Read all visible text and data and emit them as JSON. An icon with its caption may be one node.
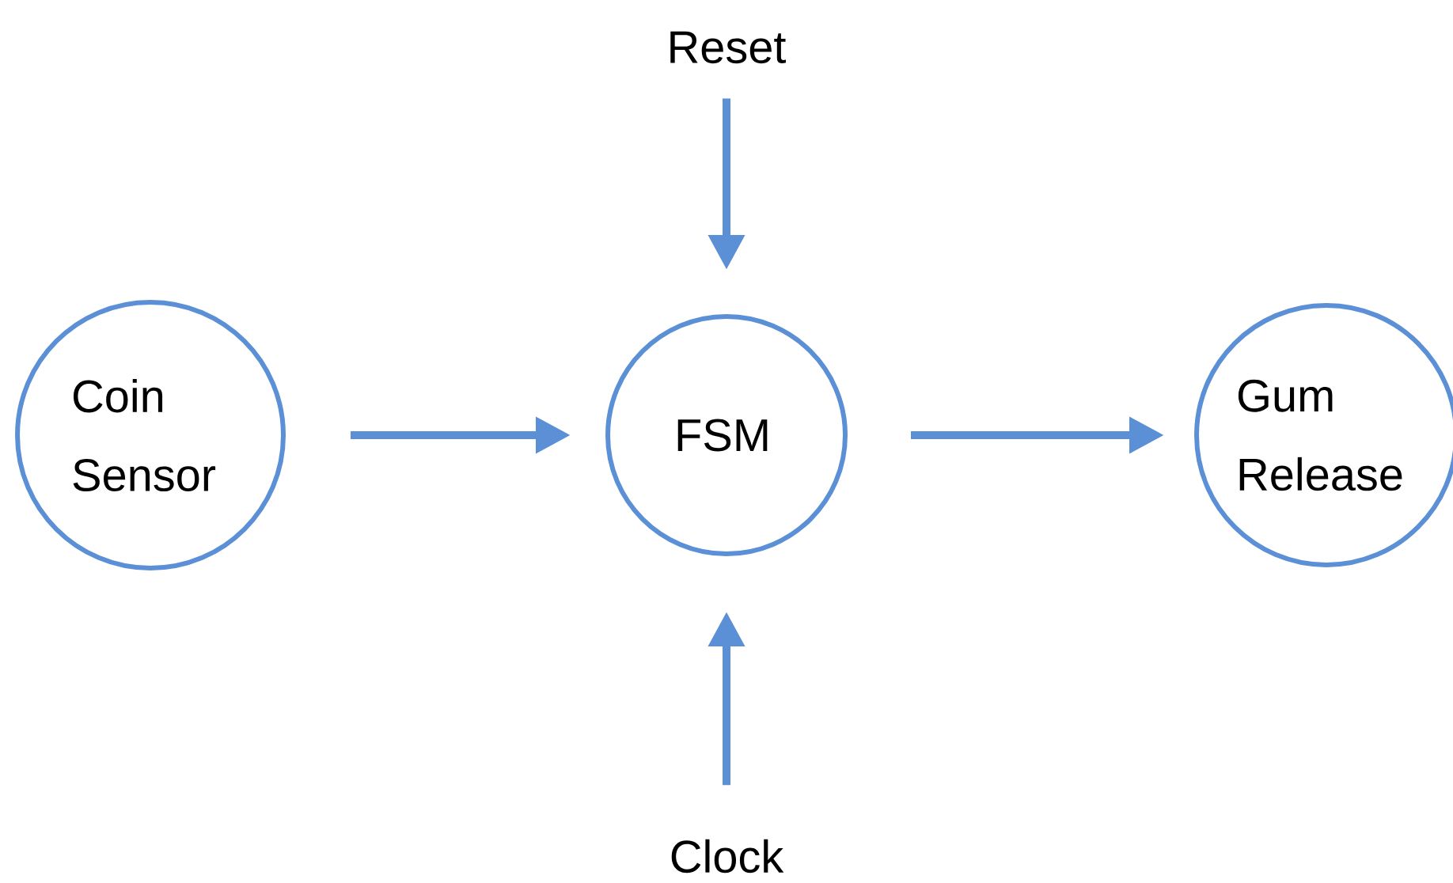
{
  "diagram": {
    "nodes": [
      {
        "text": [
          "Coin Sensor"
        ]
      },
      {
        "text": [
          "FSM"
        ]
      },
      {
        "text": [
          "Gum Release"
        ]
      },
      {
        "text": [
          "Reset"
        ]
      },
      {
        "text": [
          "Clock"
        ]
      }
    ],
    "edges": [
      {
        "from": 0,
        "to": 1,
        "arrow": "to"
      },
      {
        "from": 1,
        "to": 2,
        "arrow": "to"
      },
      {
        "from": 3,
        "to": 1,
        "arrow": "to"
      },
      {
        "from": 4,
        "to": 1,
        "arrow": "to"
      }
    ]
  }
}
